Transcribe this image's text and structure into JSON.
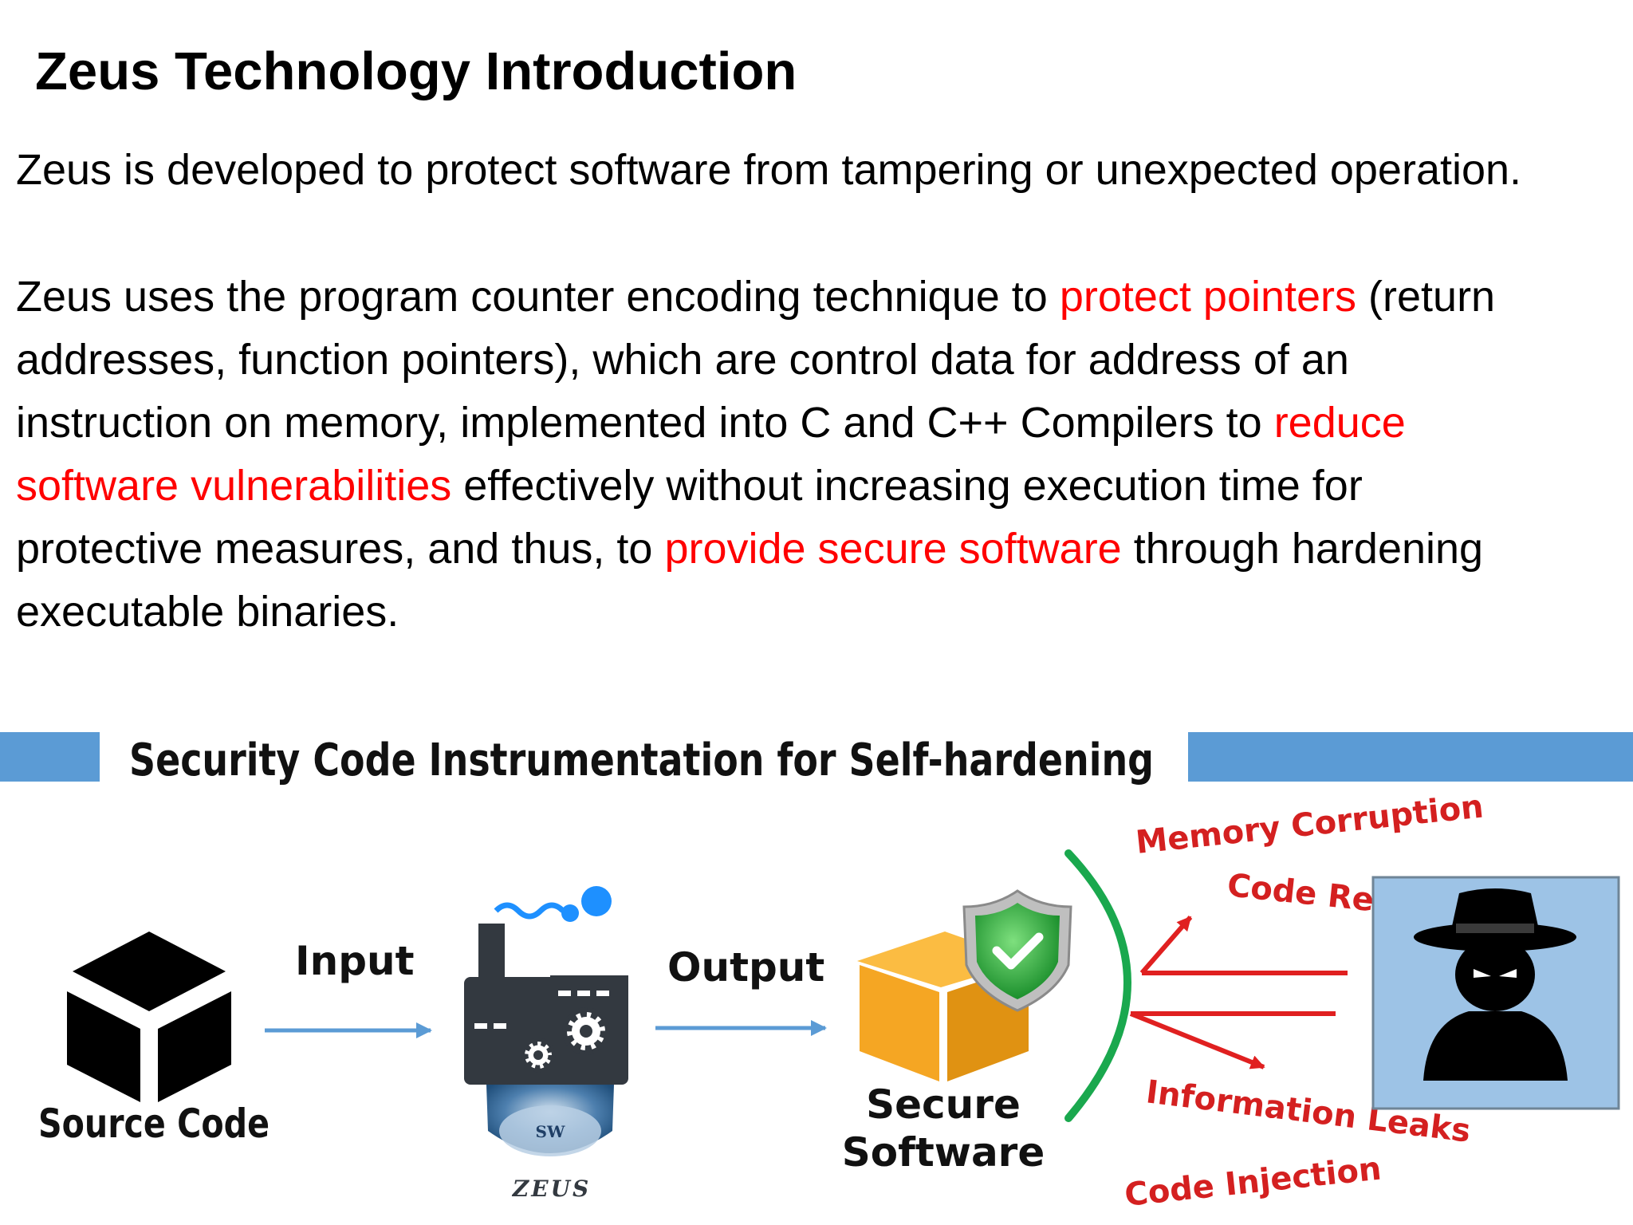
{
  "page": {
    "title": "Zeus Technology Introduction",
    "intro": "Zeus is developed to protect software from tampering or unexpected operation.",
    "description": {
      "line1_a": "Zeus uses the program counter encoding technique to ",
      "line1_hl": "protect pointers",
      "line1_b": " (return",
      "line2": "addresses, function pointers), which are control data for address of an",
      "line3_a": "instruction on memory, implemented into C and C++ Compilers to ",
      "line3_hl": "reduce",
      "line4_hl": "software vulnerabilities",
      "line4_b": " effectively without increasing execution time for",
      "line5_a": "protective measures, and thus, to ",
      "line5_hl": "provide secure software",
      "line5_b": " through hardening",
      "line6": "executable binaries."
    }
  },
  "diagram": {
    "title": "Security Code Instrumentation for Self-hardening",
    "input_label": "Input",
    "output_label": "Output",
    "source_label": "Source Code",
    "secure_label_1": "Secure",
    "secure_label_2": "Software",
    "badge_text": "SW",
    "zeus_label": "ZEUS",
    "threats": {
      "memory_corruption": "Memory Corruption",
      "code_reuse": "Code Reuse",
      "information_leaks": "Information Leaks",
      "code_injection": "Code Injection"
    },
    "colors": {
      "title_bar": "#5b9bd5",
      "arrow_blue": "#5b9bd5",
      "threat_red": "#e02020",
      "shield_green": "#1aa84e",
      "box_orange": "#f5a623",
      "attacker_bg": "#9dc3e6"
    }
  }
}
